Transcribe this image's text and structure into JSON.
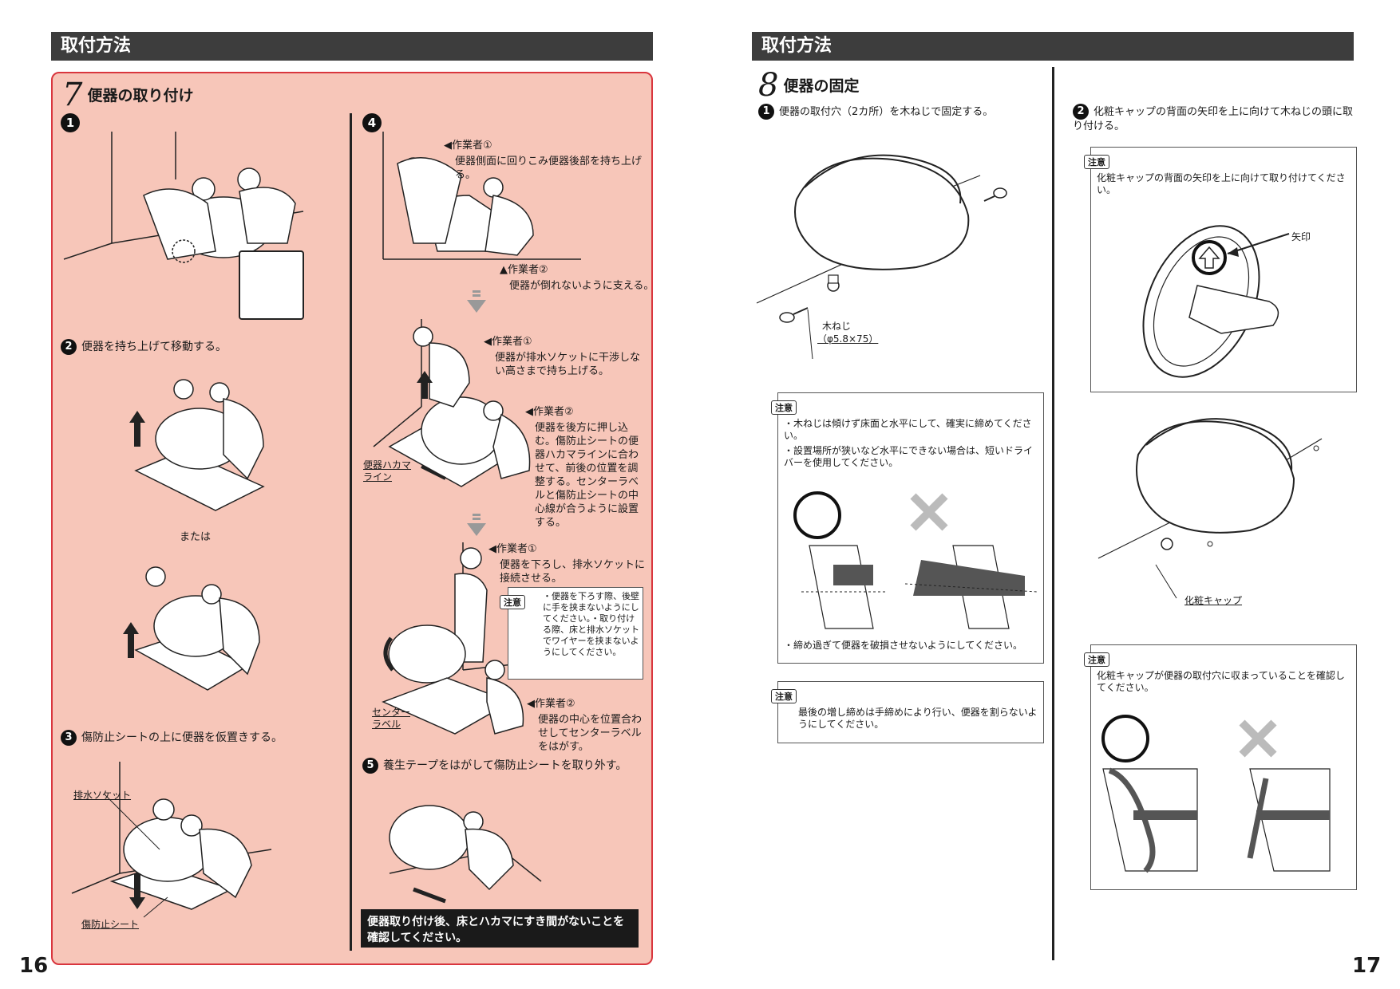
{
  "left_page": {
    "header": "取付方法",
    "step7_number": "7",
    "step7_title": "便器の取り付け",
    "sub1_marker": "1",
    "sub2_marker": "2",
    "sub2_text": "便器を持ち上げて移動する。",
    "or_text": "または",
    "sub3_marker": "3",
    "sub3_text": "傷防止シートの上に便器を仮置きする。",
    "label_drain_socket": "排水ソケット",
    "label_protect_sheet": "傷防止シート",
    "sub4_marker": "4",
    "worker1_a": "◀作業者①",
    "worker1_a_text": "便器側面に回りこみ便器後部を持ち上げる。",
    "worker2_a": "▲作業者②",
    "worker2_a_text": "便器が倒れないように支える。",
    "worker1_b": "◀作業者①",
    "worker1_b_text": "便器が排水ソケットに干渉しない高さまで持ち上げる。",
    "worker2_b": "◀作業者②",
    "worker2_b_text": "便器を後方に押し込む。傷防止シートの便器ハカマラインに合わせて、前後の位置を調整する。センターラベルと傷防止シートの中心線が合うように設置する。",
    "label_hakama_line": "便器ハカマライン",
    "worker1_c": "◀作業者①",
    "worker1_c_text": "便器を下ろし、排水ソケットに接続させる。",
    "caution_label": "注意",
    "caution_c_text": "・便器を下ろす際、後壁に手を挟まないようにしてください。・取り付ける際、床と排水ソケットでワイヤーを挟まないようにしてください。",
    "label_center_label": "センターラベル",
    "worker2_c": "◀作業者②",
    "worker2_c_text": "便器の中心を位置合わせしてセンターラベルをはがす。",
    "sub5_marker": "5",
    "sub5_text": "養生テープをはがして傷防止シートを取り外す。",
    "black_box_text": "便器取り付け後、床とハカマにすき間がないことを確認してください。",
    "page_number": "16"
  },
  "right_page": {
    "header": "取付方法",
    "step8_number": "8",
    "step8_title": "便器の固定",
    "sub1_marker": "1",
    "sub1_text": "便器の取付穴（2カ所）を木ねじで固定する。",
    "label_wood_screw": "木ねじ",
    "label_wood_screw_size": "（φ5.8×75）",
    "caution1_label": "注意",
    "caution1_line1": "・木ねじは傾けず床面と水平にして、確実に締めてください。",
    "caution1_line2": "・設置場所が狭いなど水平にできない場合は、短いドライバーを使用してください。",
    "caution1_line3": "・締め過ぎて便器を破損させないようにしてください。",
    "caution2_label": "注意",
    "caution2_text": "最後の増し締めは手締めにより行い、便器を割らないようにしてください。",
    "sub2_marker": "2",
    "sub2_text": "化粧キャップの背面の矢印を上に向けて木ねじの頭に取り付ける。",
    "caution3_label": "注意",
    "caution3_text": "化粧キャップの背面の矢印を上に向けて取り付けてください。",
    "label_arrow": "矢印",
    "label_cap": "化粧キャップ",
    "caution4_label": "注意",
    "caution4_text": "化粧キャップが便器の取付穴に収まっていることを確認してください。",
    "page_number": "17"
  }
}
